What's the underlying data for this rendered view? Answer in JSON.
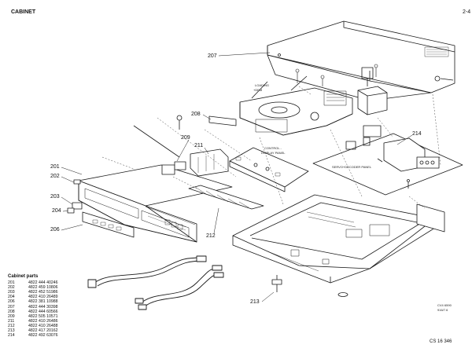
{
  "header": {
    "section": "CABINET",
    "page": "2-4"
  },
  "callouts": {
    "c207": "207",
    "c208": "208",
    "c209": "209",
    "c211": "211",
    "c214": "214",
    "c201": "201",
    "c202": "202",
    "c203": "203",
    "c204": "204",
    "c206": "206",
    "c212": "212",
    "c213": "213"
  },
  "labels": {
    "loading": "LOADING",
    "loading2": "+DEM",
    "control": "CONTROL -",
    "display": "DISPLAY  PANEL",
    "servo": "SERVO+DECODER  PANEL"
  },
  "footer": {
    "code1": "CV4 6590",
    "code2": "916/7.6",
    "drawing": "CS 16 346"
  },
  "parts_list": {
    "title": "Cabinet parts",
    "rows": [
      {
        "num": "201",
        "code": "4822 444 40246"
      },
      {
        "num": "202",
        "code": "4822 459 10806"
      },
      {
        "num": "203",
        "code": "4822 452 51986"
      },
      {
        "num": "204",
        "code": "4822 410 26489"
      },
      {
        "num": "206",
        "code": "4822 381 10988"
      },
      {
        "num": "207",
        "code": "4822 444 30398"
      },
      {
        "num": "208",
        "code": "4822 444 60566"
      },
      {
        "num": "209",
        "code": "4822 505 10571"
      },
      {
        "num": "211",
        "code": "4822 410 26486"
      },
      {
        "num": "212",
        "code": "4822 410 26488"
      },
      {
        "num": "213",
        "code": "4822 417 20162"
      },
      {
        "num": "214",
        "code": "4822 492 63076"
      }
    ]
  }
}
